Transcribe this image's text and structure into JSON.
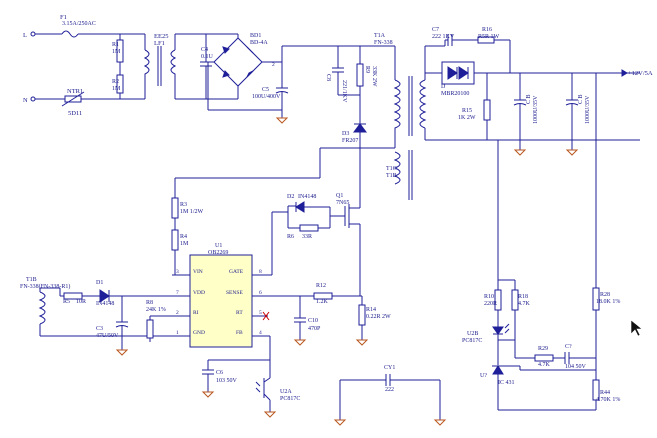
{
  "labels": {
    "F1": "F1",
    "F1_val": "3.15A/250AC",
    "L": "L",
    "N": "N",
    "R1": "R1",
    "R1_val": "1M",
    "R2": "R2",
    "R2_val": "1M",
    "EE25": "EE25",
    "LF1": "LF1",
    "C4": "C4",
    "C4_val": "0.1U",
    "BD1": "BD1",
    "BD1_val": "BD-4A",
    "C5": "C5",
    "C5_val": "100U/400V",
    "NTR1": "NTR1",
    "NTR1_val": "5D11",
    "C8": "C8",
    "C8_val": "221/1KV",
    "R9": "R9",
    "R9_val": "33K 2W",
    "D3": "D3",
    "D3_val": "FR207",
    "T1A": "T1A",
    "T1A_val": "FN-338",
    "C7": "C7",
    "C7_val": "222 1KV",
    "R16": "R16",
    "R16_val": "R5R 1W",
    "D": "D",
    "D_val": "MBR20100",
    "R15": "R15",
    "R15_val": "1K 2W",
    "CB1": "C B",
    "CB1_val": "1000U/35V",
    "CB2": "C B",
    "CB2_val": "1000U/35V",
    "out": "+12V/5A",
    "T1C": "T1C",
    "T1B_mid": "T1B",
    "R3": "R3",
    "R3_val": "1M 1/2W",
    "R4": "R4",
    "R4_val": "1M",
    "D2": "D2",
    "D2_val": "IN4148",
    "R6": "R6",
    "R6_val": "33R",
    "Q1": "Q1",
    "Q1_val": "7N65",
    "U1": "U1",
    "U1_val": "OB2269",
    "T1B": "T1B",
    "T1B_val": "FN-338(FN-338-R1)",
    "R5": "R5",
    "R5_val": "10R",
    "D1": "D1",
    "D1_val": "IN4148",
    "R8": "R8",
    "R8_val": "24K 1%",
    "C3": "C3",
    "C3_val": "47U/50V",
    "R12": "R12",
    "R12_val": "1.2K",
    "C10": "C10",
    "C10_val": "470P",
    "R14": "R14",
    "R14_val": "0.22R 2W",
    "C6": "C6",
    "C6_val": "103 50V",
    "U2A": "U2A",
    "U2A_val": "PC817C",
    "CY1": "CY1",
    "CY1_val": "222",
    "R10": "R10",
    "R10_val": "220R",
    "R18": "R18",
    "R18_val": "4.7K",
    "R28": "R28",
    "R28_val": "18.0K  1%",
    "U2B": "U2B",
    "U2B_val": "PC817C",
    "R29": "R29",
    "R29_val": "4.7K",
    "C9": "C?",
    "C9_val": "104 50V",
    "U7": "U?",
    "U7_val": "IC 431",
    "R44": "R44",
    "R44_val": "4.70K 1%"
  },
  "pins": {
    "vin": "VIN",
    "vdd": "VDD",
    "ri": "RI",
    "gnd": "GND",
    "gate": "GATE",
    "sense": "SENSE",
    "rt": "RT",
    "fb": "FB",
    "n3": "3",
    "n7": "7",
    "n2": "2",
    "n1": "1",
    "n8": "8",
    "n6": "6",
    "n5": "5",
    "n4": "4"
  }
}
